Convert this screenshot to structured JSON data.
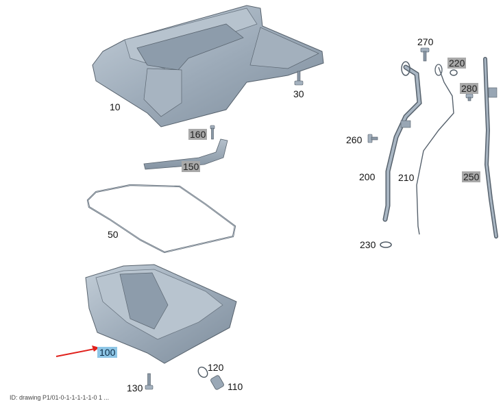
{
  "labels": {
    "p10": "10",
    "p30": "30",
    "p160": "160",
    "p150": "150",
    "p50": "50",
    "p100": "100",
    "p120": "120",
    "p110": "110",
    "p130": "130",
    "p270": "270",
    "p220": "220",
    "p280": "280",
    "p260": "260",
    "p200": "200",
    "p210": "210",
    "p250": "250",
    "p230": "230"
  },
  "footer": "ID: drawing P1/01-0-1-1-1-1-1-0 1 ...",
  "colors": {
    "part_fill": "#9fadbb",
    "part_shade": "#7c8b9a",
    "outline": "#4a5560",
    "highlight": "#8ec6e6",
    "grey_label": "#a9a9a9",
    "arrow": "#e0201b"
  }
}
